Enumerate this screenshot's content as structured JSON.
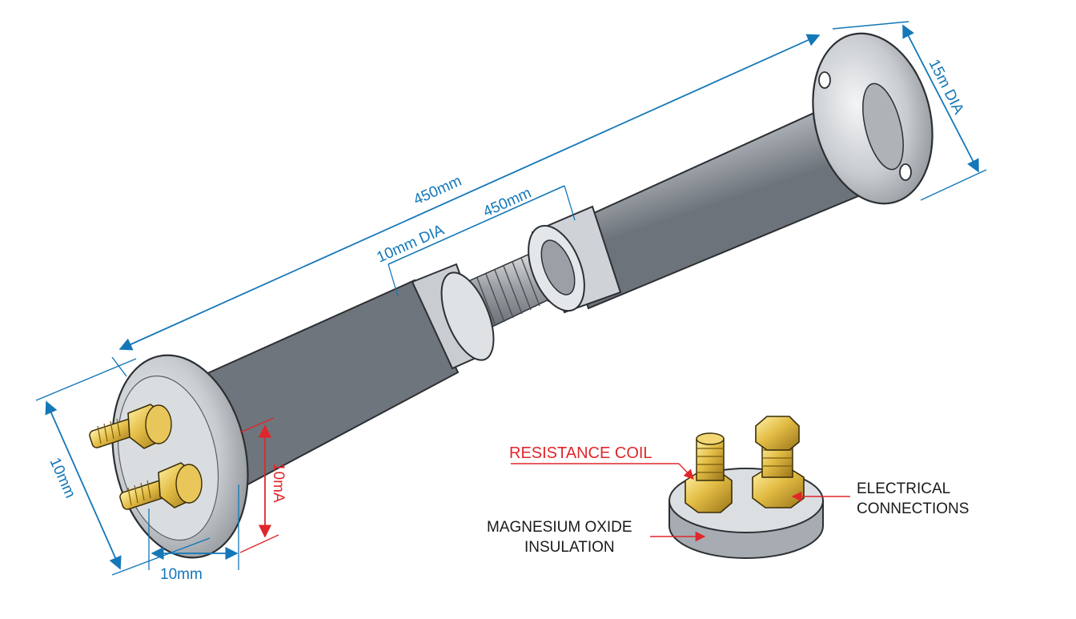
{
  "dimensions": {
    "overall_length": "450mm",
    "coil_length": "450mm",
    "element_diameter": "10mm DIA",
    "flange_diameter": "15m DIA",
    "flange_height": "10mm",
    "terminal_spacing": "10mm",
    "current_rating": "10mA"
  },
  "callouts": {
    "resistance_coil": "RESISTANCE COIL",
    "electrical_line1": "ELECTRICAL",
    "electrical_line2": "CONNECTIONS",
    "insulation_line1": "MAGNESIUM OXIDE",
    "insulation_line2": "INSULATION"
  },
  "colors": {
    "dimension_blue": "#1477b8",
    "dimension_red": "#e0262b",
    "steel": "#b9bdc2",
    "brass": "#d9b23a"
  }
}
